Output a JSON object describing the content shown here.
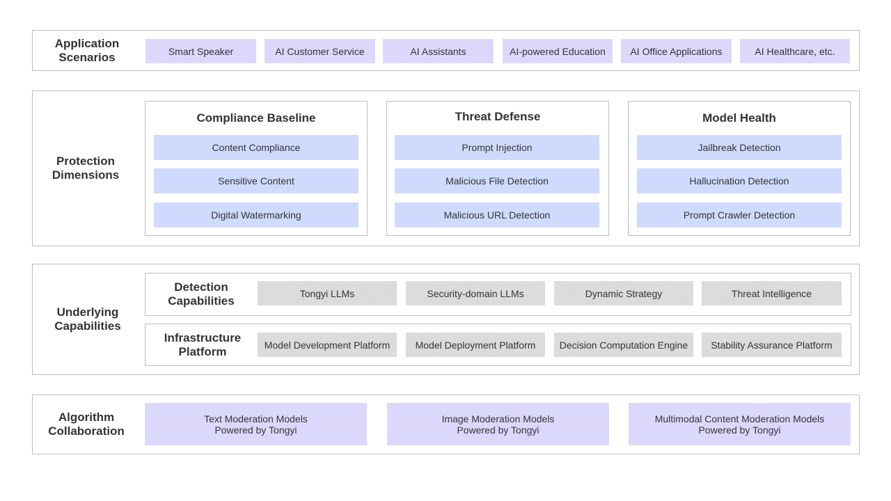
{
  "application": {
    "label": "Application\nScenarios",
    "items": [
      "Smart Speaker",
      "AI Customer Service",
      "AI Assistants",
      "AI-powered  Education",
      "AI Office Applications",
      "AI Healthcare,  etc."
    ]
  },
  "protection": {
    "label": "Protection\nDimensions",
    "panels": [
      {
        "title": "Compliance Baseline",
        "items": [
          "Content Compliance",
          "Sensitive  Content",
          "Digital  Watermarking"
        ]
      },
      {
        "title": "Threat Defense",
        "items": [
          "Prompt  Injection",
          "Malicious  File Detection",
          "Malicious URL Detection"
        ]
      },
      {
        "title": "Model Health",
        "items": [
          "Jailbreak  Detection",
          "Hallucination  Detection",
          "Prompt Crawler Detection"
        ]
      }
    ]
  },
  "underlying": {
    "label": "Underlying\nCapabilities",
    "detection": {
      "label": "Detection\nCapabilities",
      "items": [
        "Tongyi  LLMs",
        "Security-domain  LLMs",
        "Dynamic Strategy",
        "Threat  Intelligence"
      ]
    },
    "infrastructure": {
      "label": "Infrastructure\nPlatform",
      "items": [
        "Model  Development  Platform",
        "Model  Deployment  Platform",
        "Decision  Computation  Engine",
        "Stability  Assurance  Platform"
      ]
    }
  },
  "algorithm": {
    "label": "Algorithm\nCollaboration",
    "items": [
      "Text  Moderation  Models\nPowered  by Tongyi",
      "Image  Moderation  Models\nPowered  by Tongyi",
      "Multimodal  Content  Moderation  Models\nPowered  by Tongyi"
    ]
  },
  "colors": {
    "scenario_fill": "#dcd8fc",
    "protection_fill": "#cfdbfd",
    "capability_fill": "#d9d9d9",
    "border": "#bdbdbd"
  }
}
